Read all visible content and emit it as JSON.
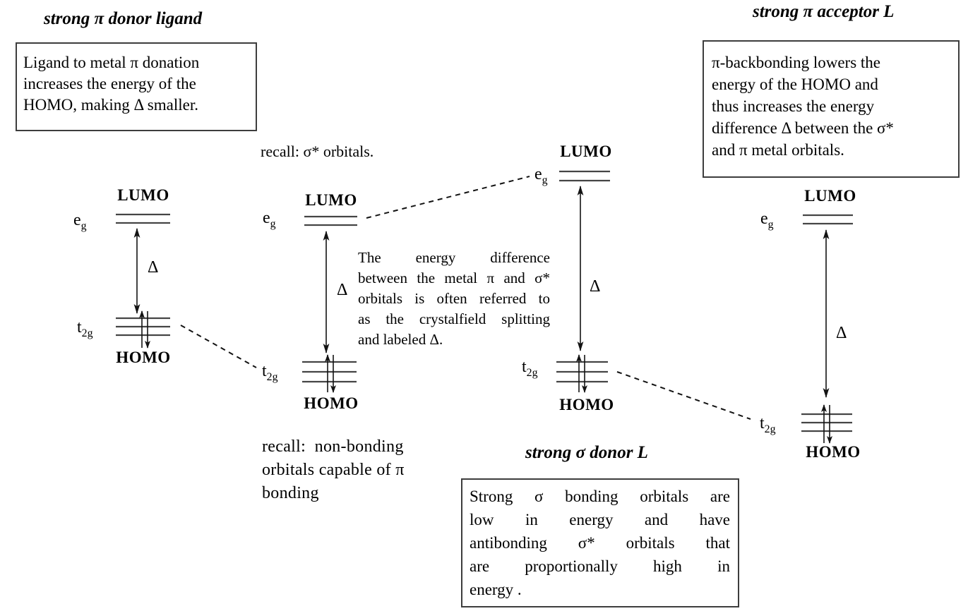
{
  "colors": {
    "bg": "#ffffff",
    "fg": "#000000",
    "level": "#454545",
    "arrow": "#131313",
    "border": "#3d3d3d"
  },
  "titles": {
    "pi_donor": "strong π donor ligand",
    "pi_acceptor": "strong π acceptor L",
    "sigma_donor": "strong σ donor L"
  },
  "callouts": {
    "pi_donor_box": {
      "lines": [
        "Ligand to metal π donation",
        "increases the energy of the",
        "HOMO, making Δ smaller."
      ]
    },
    "pi_acceptor_box": {
      "lines": [
        "π-backbonding lowers the",
        "energy of the HOMO and",
        "thus increases the energy",
        "difference Δ between the σ*",
        "and π metal orbitals."
      ]
    },
    "sigma_donor_box": {
      "lines": [
        "Strong σ bonding orbitals are",
        "low in energy and have",
        "antibonding σ* orbitals that",
        "are proportionally high in",
        "energy ."
      ]
    },
    "crystal_field_note": {
      "lines": [
        "The energy difference",
        "between the metal π and σ*",
        "orbitals is often referred to",
        "as the crystalfield splitting",
        "and labeled Δ."
      ]
    },
    "recall_sigma_star": {
      "lines": [
        "recall: σ* orbitals."
      ]
    },
    "recall_nonbonding": {
      "lines": [
        "recall:  non-bonding",
        "orbitals capable of π",
        "bonding"
      ]
    }
  },
  "diagrams": [
    {
      "name": "pi-donor",
      "lumo": "LUMO",
      "homo": "HOMO",
      "eg_base": "e",
      "eg_sub": "g",
      "t2g_base": "t",
      "t2g_sub": "2g",
      "delta": "Δ",
      "eg_levels": 2,
      "t2g_levels": 3,
      "electrons": "paired up-down arrows in t2g"
    },
    {
      "name": "reference",
      "lumo": "LUMO",
      "homo": "HOMO",
      "eg_base": "e",
      "eg_sub": "g",
      "t2g_base": "t",
      "t2g_sub": "2g",
      "delta": "Δ",
      "eg_levels": 2,
      "t2g_levels": 3,
      "electrons": "paired up-down arrows in t2g"
    },
    {
      "name": "sigma-donor",
      "lumo": "LUMO",
      "homo": "HOMO",
      "eg_base": "e",
      "eg_sub": "g",
      "t2g_base": "t",
      "t2g_sub": "2g",
      "delta": "Δ",
      "eg_levels": 2,
      "t2g_levels": 3,
      "electrons": "paired up-down arrows in t2g"
    },
    {
      "name": "pi-acceptor",
      "lumo": "LUMO",
      "homo": "HOMO",
      "eg_base": "e",
      "eg_sub": "g",
      "t2g_base": "t",
      "t2g_sub": "2g",
      "delta": "Δ",
      "eg_levels": 2,
      "t2g_levels": 3,
      "electrons": "paired up-down arrows in t2g"
    }
  ]
}
